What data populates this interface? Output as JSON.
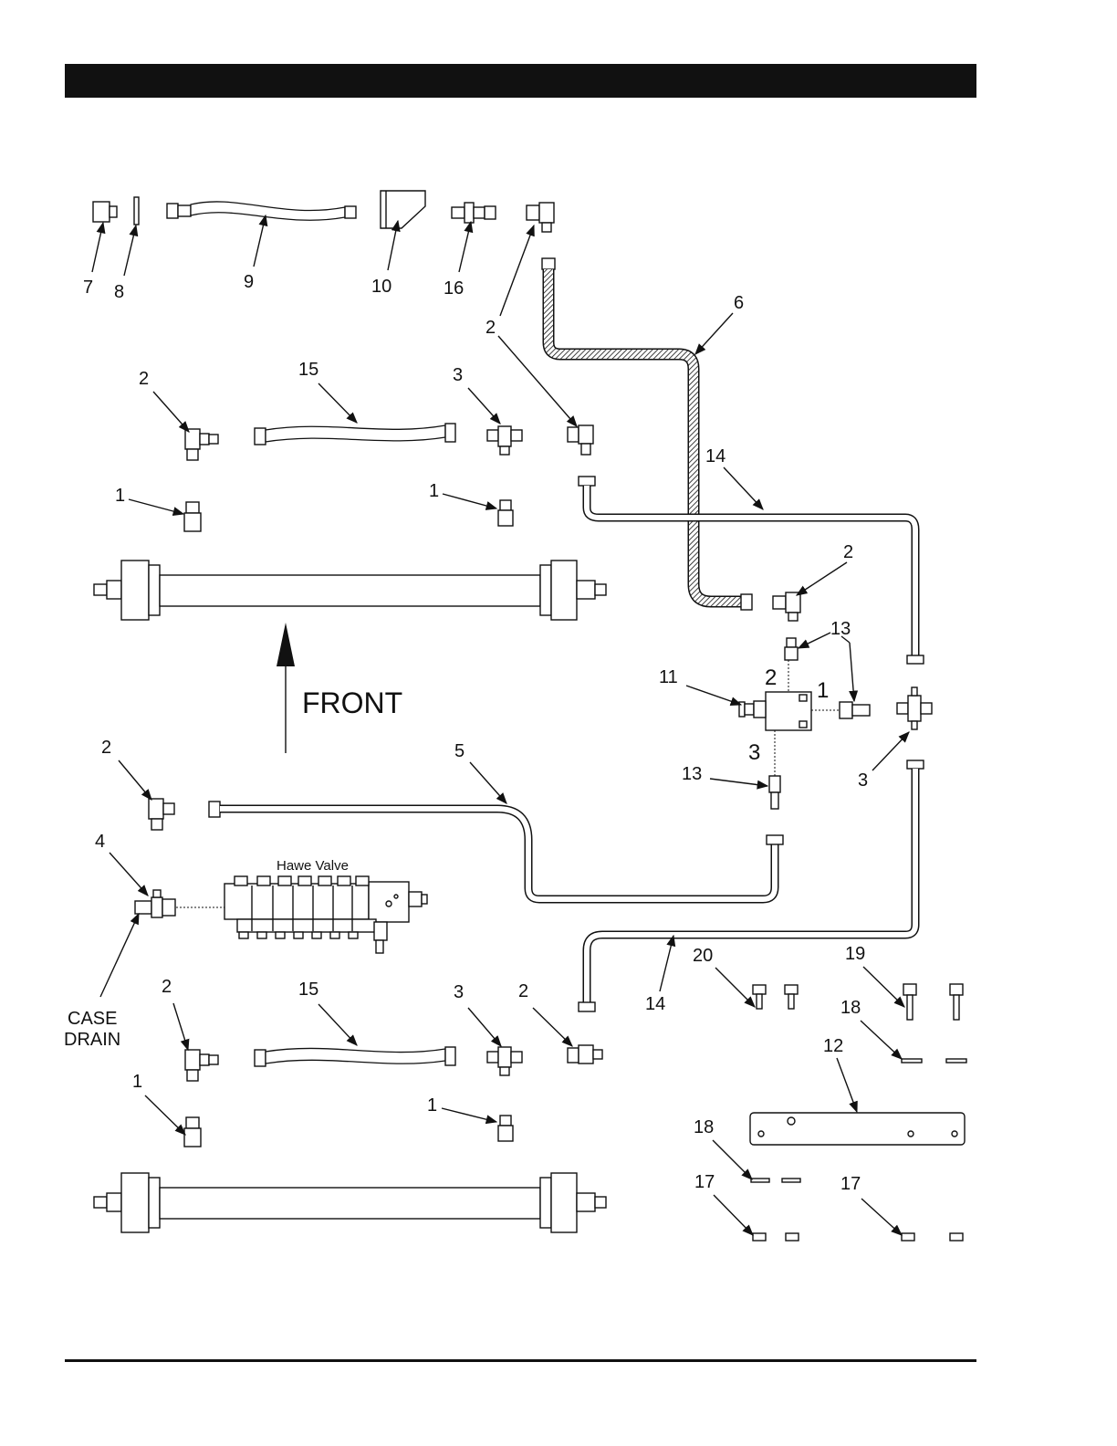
{
  "callouts": {
    "c1a": "1",
    "c1b": "1",
    "c1c": "1",
    "c1d": "1",
    "c2a": "2",
    "c2b": "2",
    "c2c": "2",
    "c2d": "2",
    "c2e": "2",
    "c2f": "2",
    "c3a": "3",
    "c3b": "3",
    "c3c": "3",
    "c4": "4",
    "c5": "5",
    "c6": "6",
    "c7": "7",
    "c8": "8",
    "c9": "9",
    "c10": "10",
    "c11": "11",
    "c12": "12",
    "c13a": "13",
    "c13b": "13",
    "c14a": "14",
    "c14b": "14",
    "c15a": "15",
    "c15b": "15",
    "c16": "16",
    "c17a": "17",
    "c17b": "17",
    "c18a": "18",
    "c18b": "18",
    "c19": "19",
    "c20": "20"
  },
  "labels": {
    "front": "FRONT",
    "hawe_valve": "Hawe Valve",
    "case": "CASE",
    "drain": "DRAIN"
  },
  "ports": {
    "p1": "1",
    "p2": "2",
    "p3": "3"
  }
}
